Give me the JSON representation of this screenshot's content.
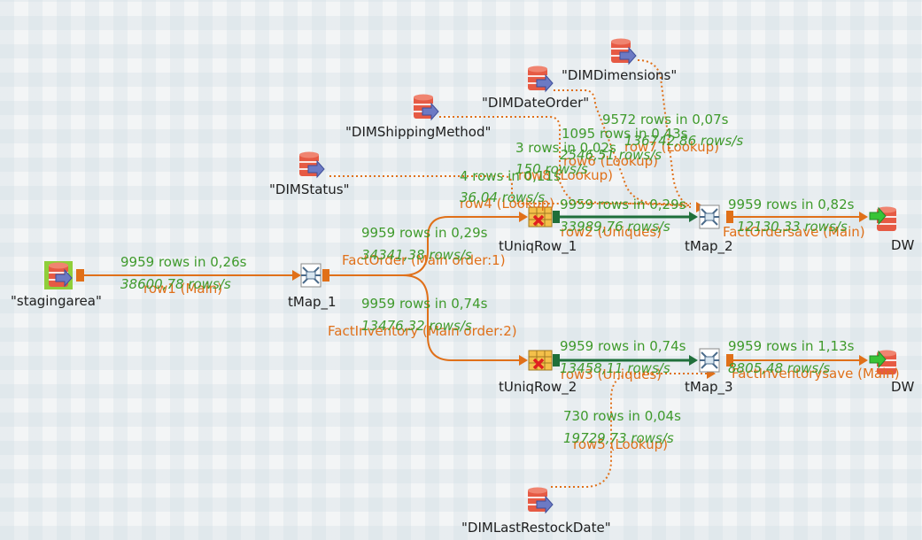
{
  "components": {
    "stagingarea": "\"stagingarea\"",
    "tmap1": "tMap_1",
    "tuniqrow1": "tUniqRow_1",
    "tuniqrow2": "tUniqRow_2",
    "tmap2": "tMap_2",
    "tmap3": "tMap_3",
    "dw1": "DW",
    "dw2": "DW",
    "dimdimensions": "\"DIMDimensions\"",
    "dimdateorder": "\"DIMDateOrder\"",
    "dimshippingmethod": "\"DIMShippingMethod\"",
    "dimstatus": "\"DIMStatus\"",
    "dimlastrestockdate": "\"DIMLastRestockDate\""
  },
  "connections": {
    "row1": "row1 (Main)",
    "factorder": "FactOrder (Main order:1)",
    "factinventory": "FactInventory (Main order:2)",
    "row2": "row2 (Uniques)",
    "row3": "row3 (Uniques)",
    "row4": "row4 (Lookup)",
    "row5": "row5 (Lookup)",
    "row6": "row6 (Lookup)",
    "row7": "row7 (Lookup)",
    "row8": "row8 (Lookup)",
    "factordersave": "FactOrdersave (Main)",
    "factinventorysave": "FactInventorysave (Main)"
  },
  "stats": {
    "row1_rows": "9959 rows in 0,26s",
    "row1_rate": "38600,78 rows/s",
    "factorder_rows": "9959 rows in 0,29s",
    "factorder_rate": "34341,38 rows/s",
    "factinventory_rows": "9959 rows in 0,74s",
    "factinventory_rate": "13476,32 rows/s",
    "row2_rows": "9959 rows in 0,29s",
    "row2_rate": "33989,76 rows/s",
    "row3_rows": "9959 rows in 0,74s",
    "row3_rate": "13458,11 rows/s",
    "factordersave_rows": "9959 rows in 0,82s",
    "factordersave_rate": "12130,33 rows/s",
    "factinventorysave_rows": "9959 rows in 1,13s",
    "factinventorysave_rate": "8805,48 rows/s",
    "row4_rows": "4 rows in 0,11s",
    "row4_rate": "36,04 rows/s",
    "row5_rows": "730 rows in 0,04s",
    "row5_rate": "19729,73 rows/s",
    "row6_rows": "3 rows in 0,02s",
    "row6_rate": "150 rows/s",
    "row7_rows": "9572 rows in 0,07s",
    "row7_rate": "136742,86 rows/s",
    "row8_rows": "1095 rows in 0,43s",
    "row8_rate": "2546,51 rows/s"
  },
  "colors": {
    "connection_main": "#e07019",
    "connection_uniques": "#1f6f3a",
    "stats_text": "#3f9a2c",
    "db_icon": "#e04b3a",
    "start_highlight": "#8fcf3a"
  },
  "icons": {
    "db_input": "database-input-icon",
    "db_output": "database-output-icon",
    "tmap": "tmap-icon",
    "tuniqrow": "tuniqrow-icon"
  }
}
